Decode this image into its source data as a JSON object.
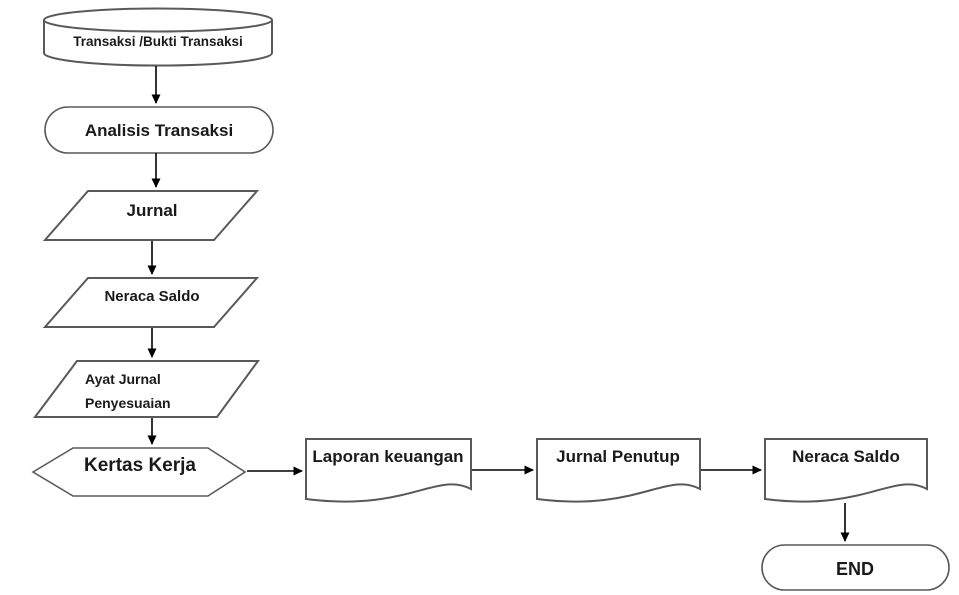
{
  "diagram": {
    "description": "Accounting cycle flowchart",
    "colors": {
      "background": "#ffffff",
      "shape_border": "#595959",
      "arrow": "#000000",
      "text": "#1a1a1a"
    },
    "nodes": [
      {
        "id": "transaksi",
        "type": "cylinder",
        "label": "Transaksi /Bukti Transaksi"
      },
      {
        "id": "analisis",
        "type": "terminator",
        "label": "Analisis Transaksi"
      },
      {
        "id": "jurnal",
        "type": "parallelogram",
        "label": "Jurnal"
      },
      {
        "id": "neraca-saldo-1",
        "type": "parallelogram",
        "label": "Neraca Saldo"
      },
      {
        "id": "ayat-jurnal-penyesuaian",
        "type": "parallelogram",
        "label_line1": "Ayat Jurnal",
        "label_line2": "Penyesuaian"
      },
      {
        "id": "kertas-kerja",
        "type": "hexagon",
        "label": "Kertas Kerja"
      },
      {
        "id": "laporan-keuangan",
        "type": "document",
        "label": "Laporan keuangan"
      },
      {
        "id": "jurnal-penutup",
        "type": "document",
        "label": "Jurnal Penutup"
      },
      {
        "id": "neraca-saldo-2",
        "type": "document",
        "label": "Neraca Saldo"
      },
      {
        "id": "end",
        "type": "terminator",
        "label": "END"
      }
    ],
    "edges": [
      {
        "from": "transaksi",
        "to": "analisis",
        "direction": "down"
      },
      {
        "from": "analisis",
        "to": "jurnal",
        "direction": "down"
      },
      {
        "from": "jurnal",
        "to": "neraca-saldo-1",
        "direction": "down"
      },
      {
        "from": "neraca-saldo-1",
        "to": "ayat-jurnal-penyesuaian",
        "direction": "down"
      },
      {
        "from": "ayat-jurnal-penyesuaian",
        "to": "kertas-kerja",
        "direction": "down"
      },
      {
        "from": "kertas-kerja",
        "to": "laporan-keuangan",
        "direction": "right"
      },
      {
        "from": "laporan-keuangan",
        "to": "jurnal-penutup",
        "direction": "right"
      },
      {
        "from": "jurnal-penutup",
        "to": "neraca-saldo-2",
        "direction": "right"
      },
      {
        "from": "neraca-saldo-2",
        "to": "end",
        "direction": "down"
      }
    ]
  }
}
